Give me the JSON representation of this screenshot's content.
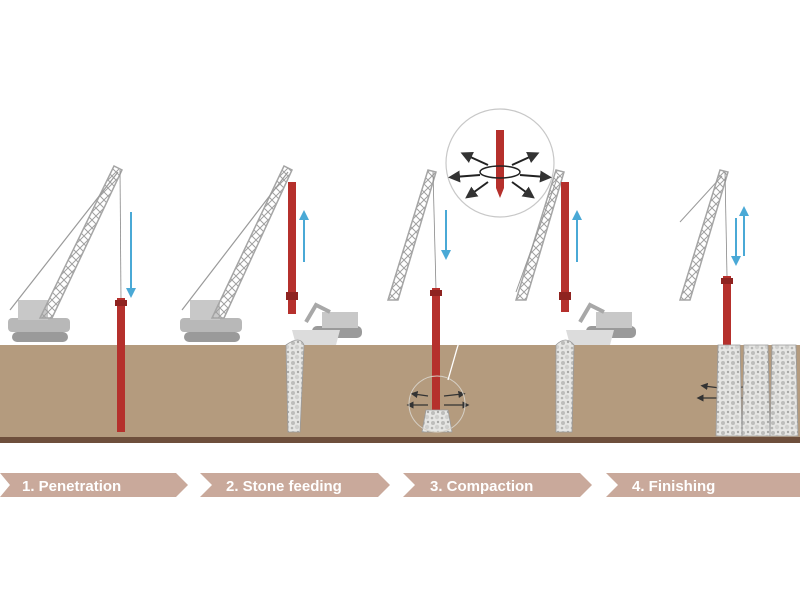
{
  "steps": [
    {
      "label": "1. Penetration"
    },
    {
      "label": "2. Stone feeding"
    },
    {
      "label": "3. Compaction"
    },
    {
      "label": "4. Finishing"
    }
  ],
  "colors": {
    "ground": "#b49b7e",
    "ground_dark": "#6e4f3c",
    "vibrator_red": "#b5302c",
    "crane_gray": "#c8c8c8",
    "crane_dark": "#a5a5a5",
    "arrow_blue": "#4aa9d6",
    "label_band": "#c9a99b",
    "stone": "#e3e3e1"
  },
  "icons": {
    "crane": "crawler-crane-icon",
    "excavator": "excavator-icon",
    "vibrator": "vibroprobe-icon",
    "arrow": "direction-arrow-icon"
  }
}
